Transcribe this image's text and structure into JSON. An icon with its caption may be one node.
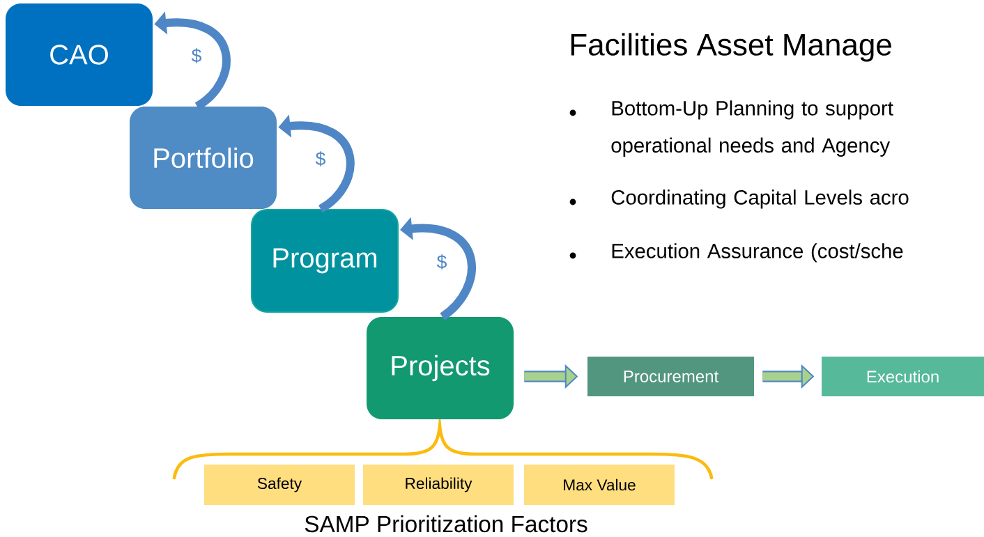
{
  "diagram": {
    "title": "Facilities Asset Manage",
    "nodes": [
      {
        "text": [
          "CAO"
        ]
      },
      {
        "text": [
          "Portfolio"
        ]
      },
      {
        "text": [
          "Program"
        ]
      },
      {
        "text": [
          "Projects"
        ]
      },
      {
        "text": [
          "Procurement"
        ]
      },
      {
        "text": [
          "Execution"
        ]
      },
      {
        "text": [
          "Safety"
        ]
      },
      {
        "text": [
          "Reliability"
        ]
      },
      {
        "text": [
          "Max Value"
        ]
      }
    ],
    "edges": [
      {
        "from": 1,
        "to": 0,
        "arrow": "to",
        "label": "$"
      },
      {
        "from": 2,
        "to": 1,
        "arrow": "to",
        "label": "$"
      },
      {
        "from": 3,
        "to": 2,
        "arrow": "to",
        "label": "$"
      },
      {
        "from": 3,
        "to": 4,
        "arrow": "to"
      },
      {
        "from": 4,
        "to": 5,
        "arrow": "to"
      }
    ],
    "labels": [
      "Bottom-Up Planning to support operational needs and Agency",
      "Coordinating Capital Levels acro",
      "Execution Assurance (cost/sche",
      "SAMP Prioritization Factors"
    ]
  }
}
